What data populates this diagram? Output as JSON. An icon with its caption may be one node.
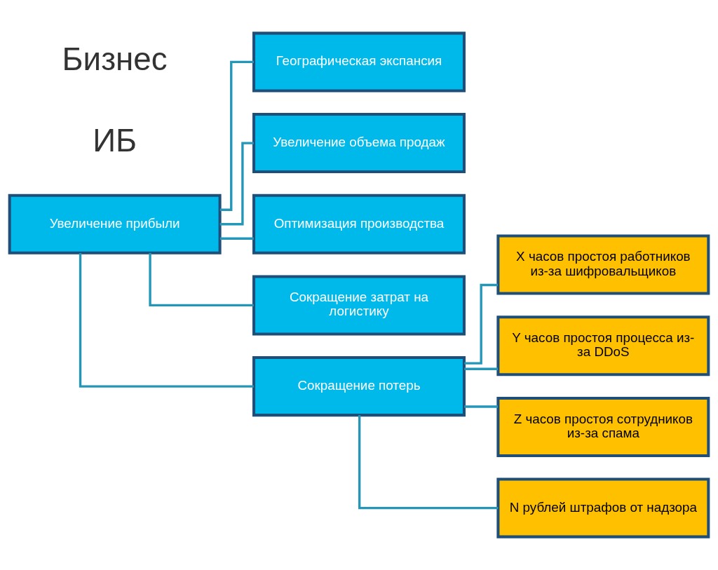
{
  "diagram": {
    "nodes": [
      {
        "text": [
          "Увеличение прибыли"
        ]
      },
      {
        "text": [
          "Географическая экспансия"
        ]
      },
      {
        "text": [
          "Увеличение объема продаж"
        ]
      },
      {
        "text": [
          "Оптимизация производства"
        ]
      },
      {
        "text": [
          "Сокращение затрат на логистику"
        ]
      },
      {
        "text": [
          "Сокращение потерь"
        ]
      },
      {
        "text": [
          "X часов простоя работников из-за шифровальщиков"
        ]
      },
      {
        "text": [
          "Y часов простоя процесса из-за DDoS"
        ]
      },
      {
        "text": [
          "Z часов простоя сотрудников из-за спама"
        ]
      },
      {
        "text": [
          "N рублей штрафов от надзора"
        ]
      }
    ],
    "edges": [
      {
        "from": 0,
        "to": 1,
        "arrow": "none"
      },
      {
        "from": 0,
        "to": 2,
        "arrow": "none"
      },
      {
        "from": 0,
        "to": 3,
        "arrow": "none"
      },
      {
        "from": 0,
        "to": 4,
        "arrow": "none"
      },
      {
        "from": 0,
        "to": 5,
        "arrow": "none"
      },
      {
        "from": 5,
        "to": 6,
        "arrow": "none"
      },
      {
        "from": 5,
        "to": 7,
        "arrow": "none"
      },
      {
        "from": 5,
        "to": 8,
        "arrow": "none"
      },
      {
        "from": 5,
        "to": 9,
        "arrow": "none"
      }
    ],
    "labels": [
      "ИБ",
      "Бизнес"
    ]
  }
}
